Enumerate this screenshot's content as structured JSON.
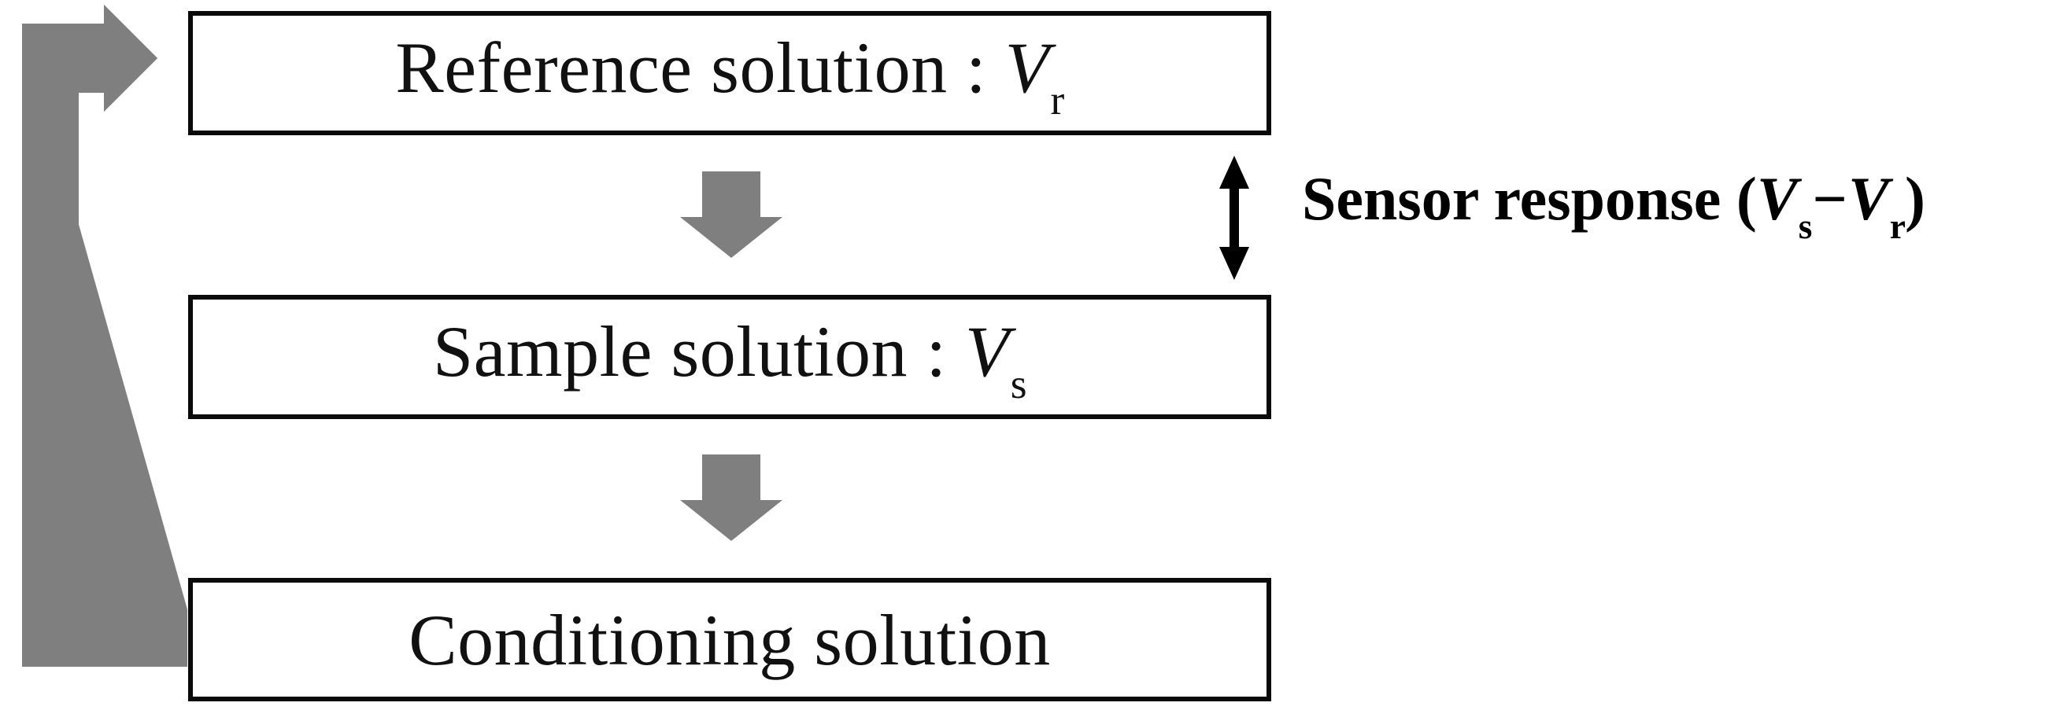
{
  "diagram": {
    "title": "Sensor measurement cycle flow diagram",
    "colors": {
      "arrow_grey": "#7F7F7F",
      "box_border": "#0A0A0A",
      "box_fill": "#FFFFFF",
      "text": "#111111",
      "sensor_arrow": "#000000"
    },
    "steps": [
      {
        "id": "reference",
        "text_prefix": "Reference solution : ",
        "symbol": "V",
        "subscript": "r",
        "full_text": "Reference solution : Vr"
      },
      {
        "id": "sample",
        "text_prefix": "Sample solution : ",
        "symbol": "V",
        "subscript": "s",
        "full_text": "Sample solution : Vs"
      },
      {
        "id": "conditioning",
        "text_prefix": "Conditioning solution",
        "symbol": "",
        "subscript": "",
        "full_text": "Conditioning solution"
      }
    ],
    "connectors": [
      {
        "id": "ref-to-sample",
        "icon": "down-arrow-icon",
        "color": "#7F7F7F"
      },
      {
        "id": "sample-to-conditioning",
        "icon": "down-arrow-icon",
        "color": "#7F7F7F"
      },
      {
        "id": "conditioning-to-reference",
        "icon": "recycle-loop-arrow-icon",
        "color": "#7F7F7F"
      }
    ],
    "measurement": {
      "icon": "double-headed-vertical-arrow-icon",
      "label_prefix": "Sensor response (",
      "symbol_1": "V",
      "subscript_1": "s",
      "operator": "−",
      "symbol_2": "V",
      "subscript_2": "r",
      "label_suffix": ")",
      "full_text": "Sensor response (Vs−Vr)"
    }
  }
}
